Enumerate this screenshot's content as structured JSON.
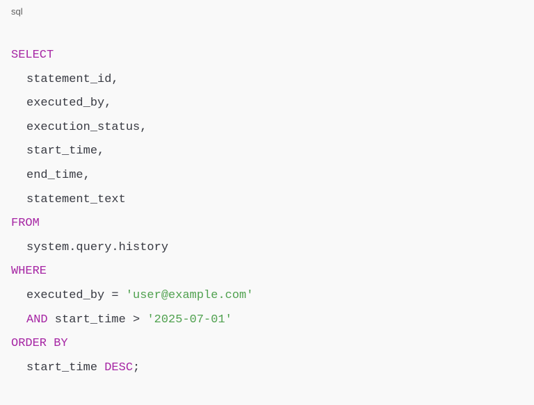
{
  "code_block": {
    "language_label": "sql",
    "colors": {
      "background": "#f9f9f9",
      "keyword": "#a626a4",
      "string": "#50a14f",
      "text": "#383a42",
      "label": "#5d5d5d"
    },
    "lines": {
      "l0": {
        "kw": "SELECT"
      },
      "l1": {
        "text": "statement_id,"
      },
      "l2": {
        "text": "executed_by,"
      },
      "l3": {
        "text": "execution_status,"
      },
      "l4": {
        "text": "start_time,"
      },
      "l5": {
        "text": "end_time,"
      },
      "l6": {
        "text": "statement_text"
      },
      "l7": {
        "kw": "FROM"
      },
      "l8": {
        "text": "system.query.history"
      },
      "l9": {
        "kw": "WHERE"
      },
      "l10": {
        "text": "executed_by = ",
        "str": "'user@example.com'"
      },
      "l11": {
        "kw": "AND",
        "text": " start_time > ",
        "str": "'2025-07-01'"
      },
      "l12": {
        "kw": "ORDER BY"
      },
      "l13": {
        "text": "start_time ",
        "kw": "DESC",
        "text2": ";"
      }
    }
  }
}
